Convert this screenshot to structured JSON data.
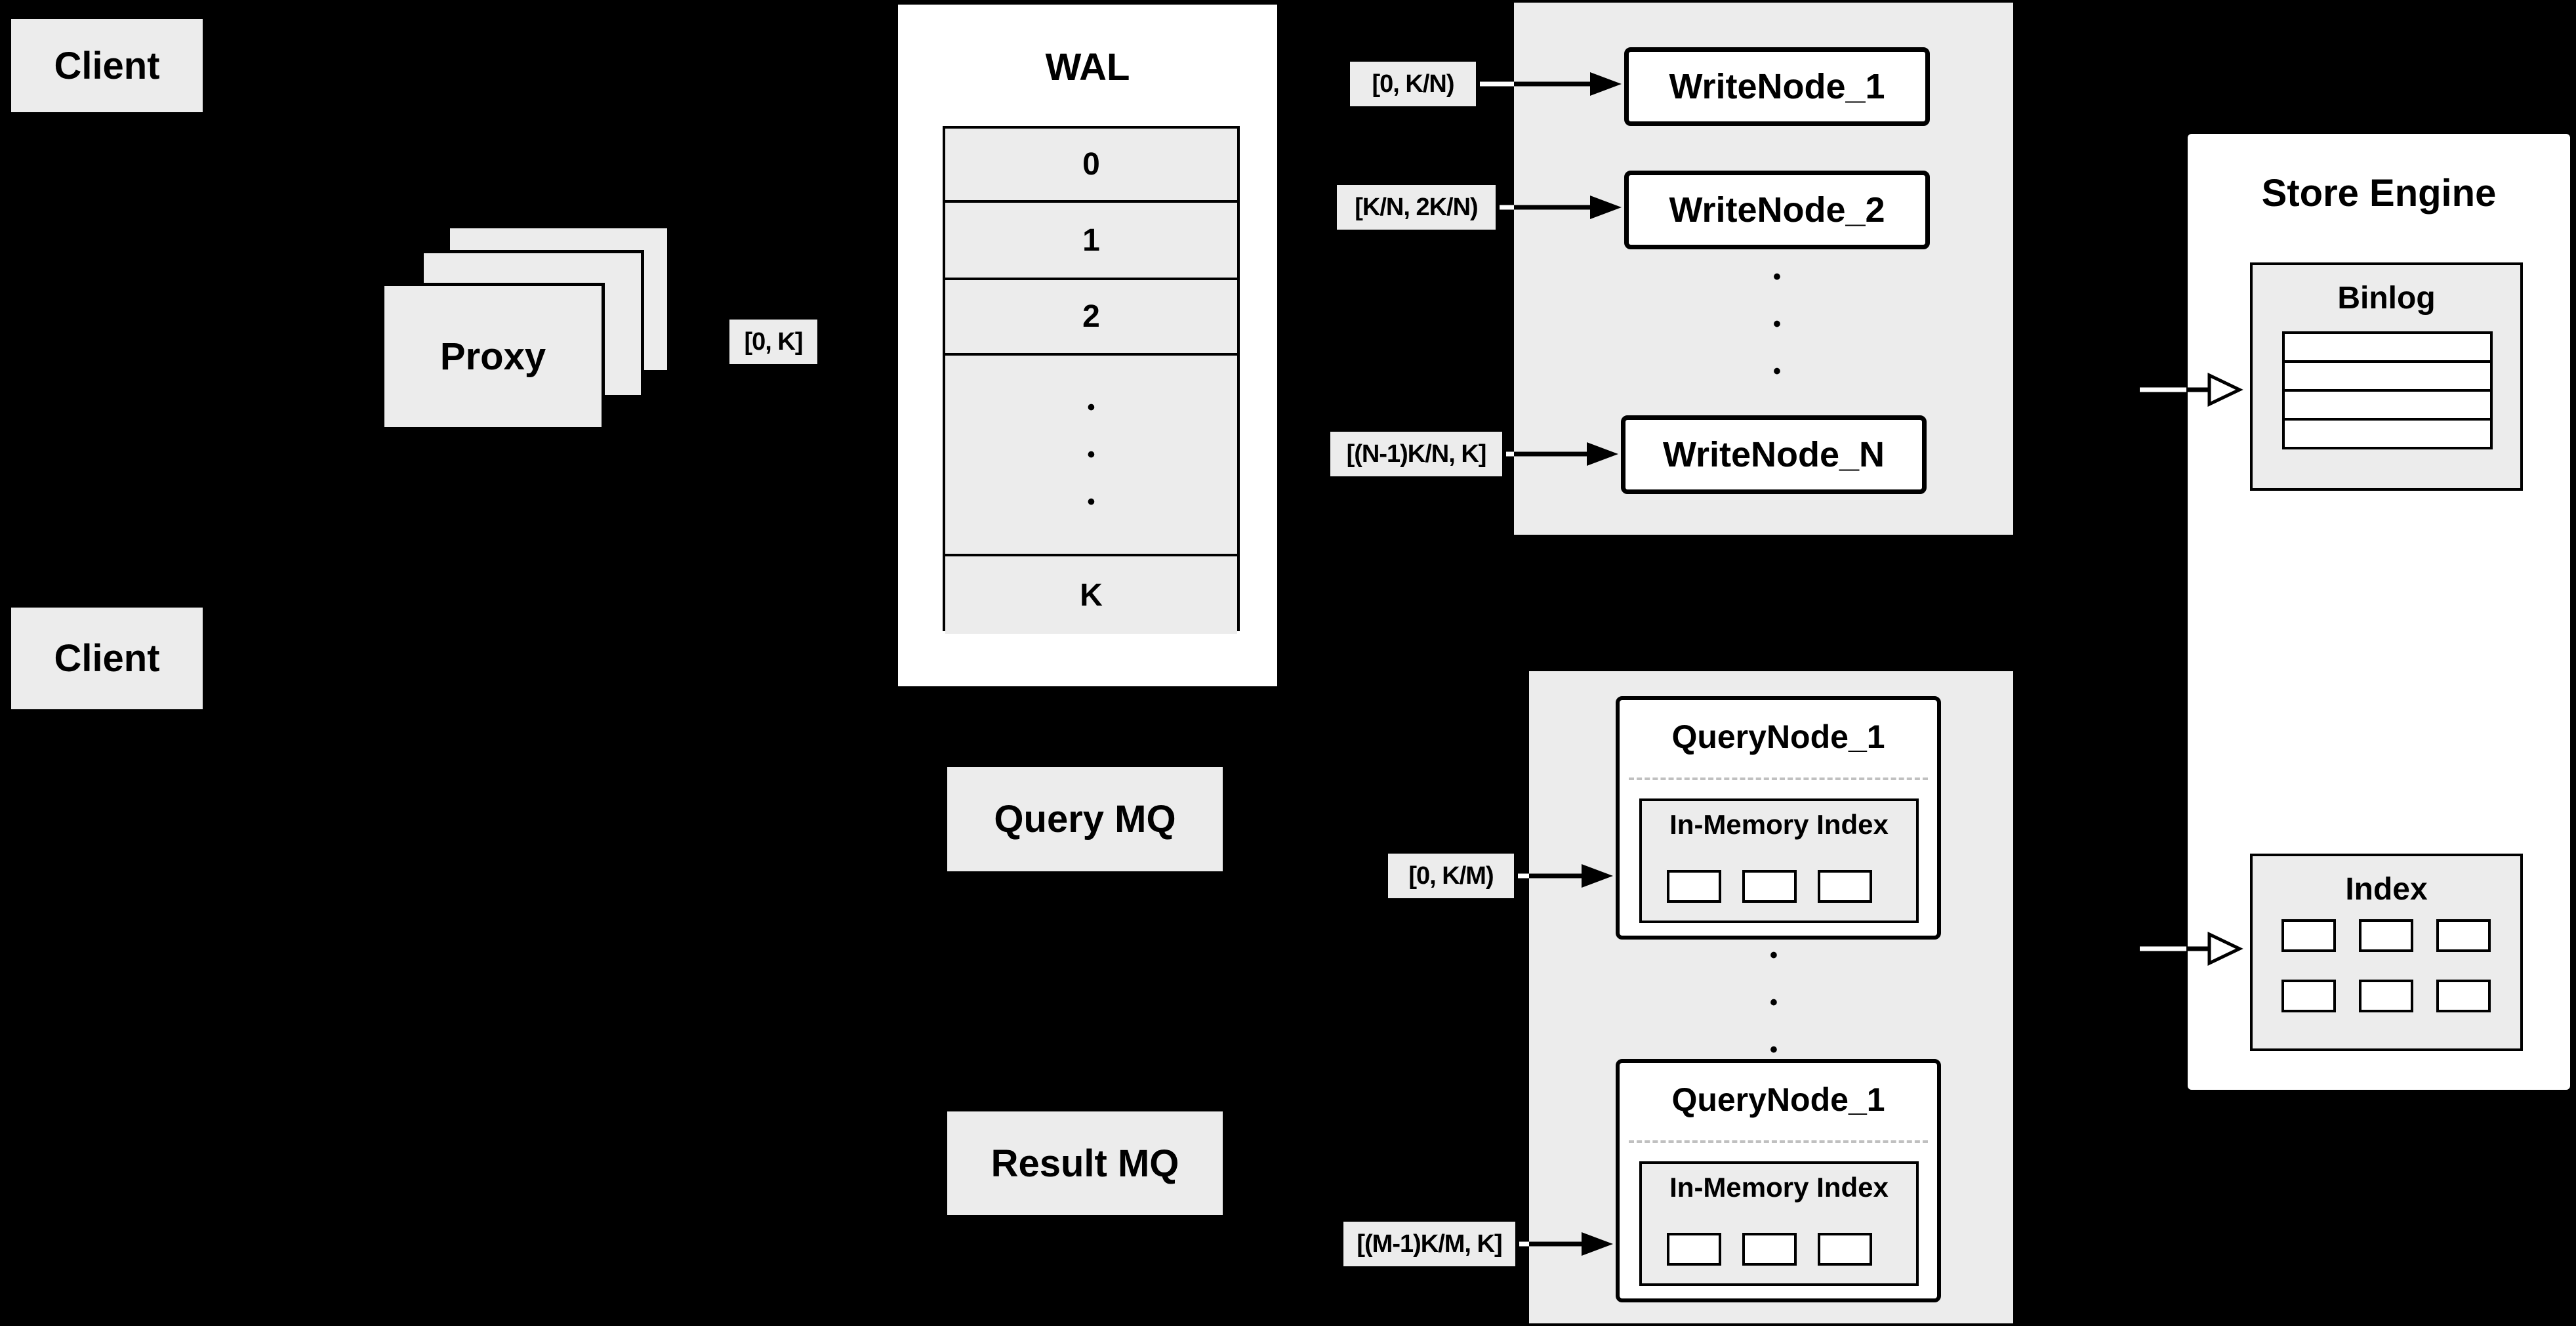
{
  "colors": {
    "background": "#000000",
    "box_fill": "#ececec",
    "panel_fill": "#ffffff",
    "line": "#000000",
    "arrow_stub": "#ffffff"
  },
  "glyphs": {
    "dot": "•"
  },
  "clients": {
    "top": "Client",
    "bottom": "Client"
  },
  "proxy": {
    "label": "Proxy",
    "range_label": "[0, K]"
  },
  "wal": {
    "title": "WAL",
    "rows": [
      "0",
      "1",
      "2"
    ],
    "last_row": "K"
  },
  "write_nodes": {
    "labels": [
      "[0, K/N)",
      "[K/N, 2K/N)",
      "[(N-1)K/N, K]"
    ],
    "nodes": [
      "WriteNode_1",
      "WriteNode_2",
      "WriteNode_N"
    ]
  },
  "mq": {
    "query": "Query MQ",
    "result": "Result MQ"
  },
  "query_nodes": {
    "labels": [
      "[0, K/M)",
      "[(M-1)K/M, K]"
    ],
    "nodes": [
      {
        "title": "QueryNode_1",
        "inner": "In-Memory Index"
      },
      {
        "title": "QueryNode_1",
        "inner": "In-Memory Index"
      }
    ]
  },
  "store_engine": {
    "title": "Store Engine",
    "binlog_title": "Binlog",
    "index_title": "Index"
  }
}
